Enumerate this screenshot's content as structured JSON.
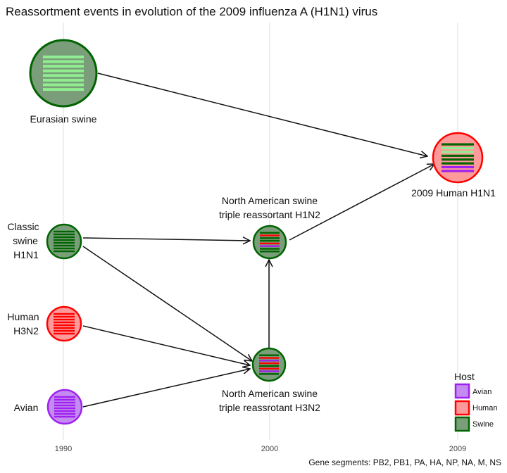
{
  "title": "Reassortment events in evolution of the 2009 influenza A (H1N1) virus",
  "footer": "Gene segments: PB2, PB1, PA, HA, NP, NA, M, NS",
  "colors": {
    "avian": "#a020f0",
    "human": "#ff0000",
    "swine": "#006400",
    "swine_light": "#90ee90",
    "swine_fill": "#7a9e7a",
    "human_fill": "#ff9a9a",
    "avian_fill": "#c48cf0"
  },
  "axis": {
    "ticks": [
      "1990",
      "2000",
      "2009"
    ]
  },
  "nodes": {
    "eurasian": {
      "label": "Eurasian swine",
      "host": "swine",
      "segments": [
        "swine_light",
        "swine_light",
        "swine_light",
        "swine_light",
        "swine_light",
        "swine_light",
        "swine_light",
        "swine_light"
      ]
    },
    "classic": {
      "label_lines": [
        "Classic",
        "swine",
        "H1N1"
      ],
      "host": "swine",
      "segments": [
        "swine",
        "swine",
        "swine",
        "swine",
        "swine",
        "swine",
        "swine",
        "swine"
      ]
    },
    "human": {
      "label_lines": [
        "Human",
        "H3N2"
      ],
      "host": "human",
      "segments": [
        "human",
        "human",
        "human",
        "human",
        "human",
        "human",
        "human",
        "human"
      ]
    },
    "avian": {
      "label": "Avian",
      "host": "avian",
      "segments": [
        "avian",
        "avian",
        "avian",
        "avian",
        "avian",
        "avian",
        "avian",
        "avian"
      ]
    },
    "triple_h1n2": {
      "label_lines": [
        "North American swine",
        "triple reassortant H1N2"
      ],
      "host": "swine",
      "segments": [
        "swine",
        "human",
        "swine",
        "swine",
        "human",
        "avian",
        "swine",
        "swine"
      ]
    },
    "triple_h3n2": {
      "label_lines": [
        "North American swine",
        "triple reassrotant H3N2"
      ],
      "host": "swine",
      "segments": [
        "swine",
        "human",
        "avian",
        "human",
        "swine",
        "human",
        "avian",
        "swine"
      ]
    },
    "h1n1_2009": {
      "label": "2009 Human H1N1",
      "host": "human",
      "segments": [
        "swine",
        "swine_light",
        "swine_light",
        "swine",
        "swine",
        "swine",
        "avian",
        "avian"
      ]
    }
  },
  "legend": {
    "title": "Host",
    "items": [
      {
        "label": "Avian",
        "host": "avian"
      },
      {
        "label": "Human",
        "host": "human"
      },
      {
        "label": "Swine",
        "host": "swine"
      }
    ]
  }
}
